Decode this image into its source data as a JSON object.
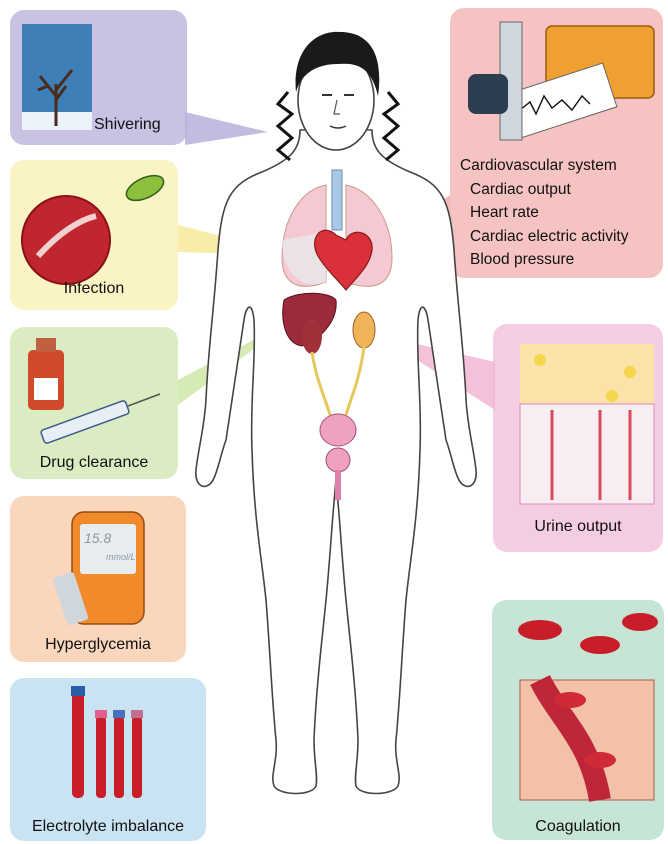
{
  "panels": {
    "shivering": {
      "label": "Shivering",
      "color": "#c9c2e3"
    },
    "infection": {
      "label": "Infection",
      "color": "#faf3c3"
    },
    "drug_clearance": {
      "label": "Drug clearance",
      "color": "#dcecc2"
    },
    "hyperglycemia": {
      "label": "Hyperglycemia",
      "color": "#fad6bd"
    },
    "electrolyte": {
      "label": "Electrolyte imbalance",
      "color": "#c9e3f2"
    },
    "cardiovascular": {
      "title": "Cardiovascular system",
      "items": [
        "Cardiac output",
        "Heart rate",
        "Cardiac electric activity",
        "Blood pressure"
      ],
      "color": "#f6c3c3"
    },
    "urine": {
      "label": "Urine output",
      "color": "#f5cde2"
    },
    "coagulation": {
      "label": "Coagulation",
      "color": "#c7e5d6"
    }
  },
  "glucometer_reading": {
    "value": "15.8",
    "unit": "mmol/L"
  }
}
